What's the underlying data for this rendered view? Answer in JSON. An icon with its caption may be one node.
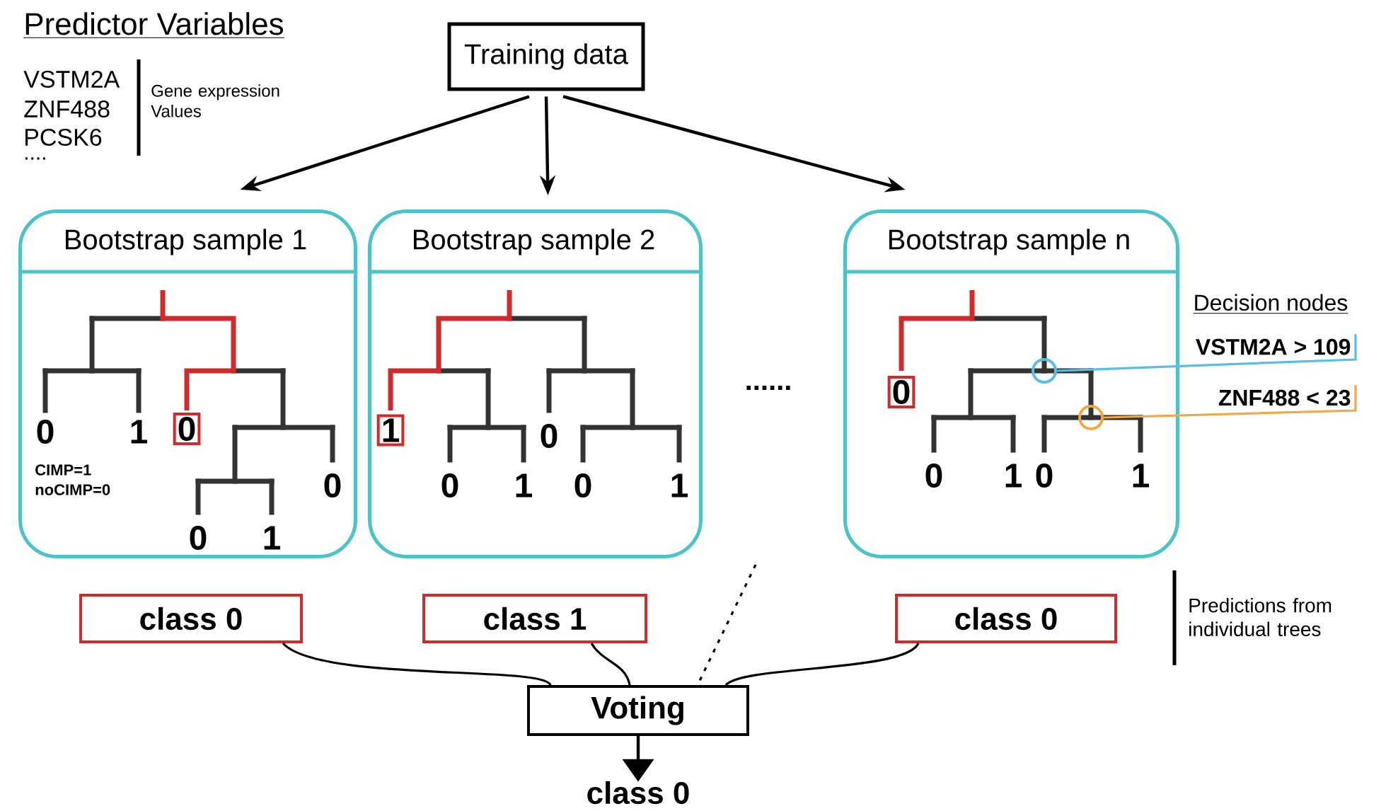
{
  "diagram": {
    "nodes": [
      {
        "text": [
          "Training data"
        ]
      },
      {
        "text": [
          "Bootstrap sample 1"
        ]
      },
      {
        "text": [
          "Bootstrap sample 2"
        ]
      },
      {
        "text": [
          "Bootstrap sample n"
        ]
      },
      {
        "text": [
          "0"
        ],
        "in": 1
      },
      {
        "text": [
          "1"
        ],
        "in": 2
      },
      {
        "text": [
          "0"
        ],
        "in": 3
      },
      {
        "text": [],
        "shape": "circle",
        "in": 3
      },
      {
        "text": [],
        "shape": "circle",
        "in": 3
      },
      {
        "text": [
          "VSTM2A > 109"
        ]
      },
      {
        "text": [
          "ZNF488 < 23"
        ]
      },
      {
        "text": [
          "class 0"
        ]
      },
      {
        "text": [
          "class 1"
        ]
      },
      {
        "text": [
          "class 0"
        ]
      },
      {
        "text": [
          "Voting"
        ]
      },
      {
        "text": [
          "class 0"
        ]
      }
    ],
    "edges": [
      {
        "from": 0,
        "to": 1,
        "arrow": "to"
      },
      {
        "from": 0,
        "to": 2,
        "arrow": "to"
      },
      {
        "from": 0,
        "to": 3,
        "arrow": "to"
      },
      {
        "from": 9,
        "to": 7,
        "arrow": "none",
        "color": "#5bbde0"
      },
      {
        "from": 10,
        "to": 8,
        "arrow": "none",
        "color": "#f0a848"
      },
      {
        "from": 11,
        "to": 14,
        "arrow": "none"
      },
      {
        "from": 12,
        "to": 14,
        "arrow": "none"
      },
      {
        "from": 13,
        "to": 14,
        "arrow": "none"
      },
      {
        "from": null,
        "to": 14,
        "arrow": "none",
        "style": "dashed"
      },
      {
        "from": 14,
        "to": 15,
        "arrow": "to"
      }
    ],
    "labels": [
      "Predictor Variables",
      "VSTM2A",
      "Gene expression Values",
      "ZNF488",
      "PCSK6",
      "....",
      "0",
      "1",
      "0",
      "CIMP=1",
      "noCIMP=0",
      "0",
      "1",
      "0",
      "0",
      "1",
      "0",
      "1",
      "......",
      "0",
      "1",
      "0",
      "1",
      "Decision nodes",
      "Predictions from individual trees"
    ]
  }
}
